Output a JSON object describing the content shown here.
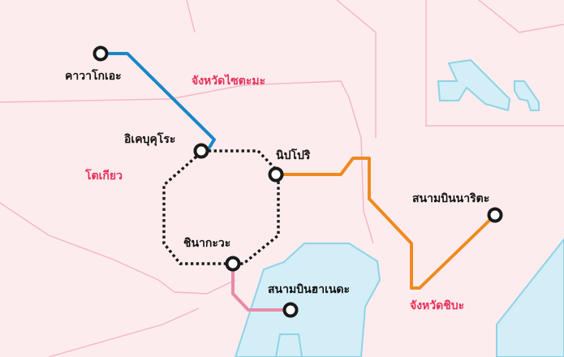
{
  "colors": {
    "land": "#fdecee",
    "water": "#d3eef6",
    "water_edge": "#8ed3e6",
    "boundary": "#f4b6c2",
    "route_blue": "#1a86c8",
    "route_orange": "#ef8a1f",
    "route_pink": "#ea8aa8",
    "loop_line": "#1a1a1a",
    "station_fill": "#ffffff",
    "station_stroke": "#1a1a1a",
    "station_text": "#111111",
    "prefecture_text": "#e8305a"
  },
  "stations": [
    {
      "id": "kawaguchi",
      "name": "คาวาโกเอะ"
    },
    {
      "id": "ikebukuro",
      "name": "อิเคบุคุโระ"
    },
    {
      "id": "nippori",
      "name": "นิปโปริ"
    },
    {
      "id": "shinagawa",
      "name": "ชินากะวะ"
    },
    {
      "id": "haneda",
      "name": "สนามบินฮาเนดะ"
    },
    {
      "id": "narita",
      "name": "สนามบินนาริตะ"
    }
  ],
  "prefectures": [
    {
      "id": "saitama",
      "name": "จังหวัดไซตะมะ"
    },
    {
      "id": "tokyo",
      "name": "โตเกียว"
    },
    {
      "id": "chiba",
      "name": "จังหวัดชิบะ"
    }
  ],
  "routes": [
    {
      "id": "kawagoe-ikebukuro",
      "color": "blue"
    },
    {
      "id": "nippori-narita",
      "color": "orange"
    },
    {
      "id": "shinagawa-haneda",
      "color": "pink"
    },
    {
      "id": "yamanote-loop",
      "color": "black-dotted"
    }
  ]
}
